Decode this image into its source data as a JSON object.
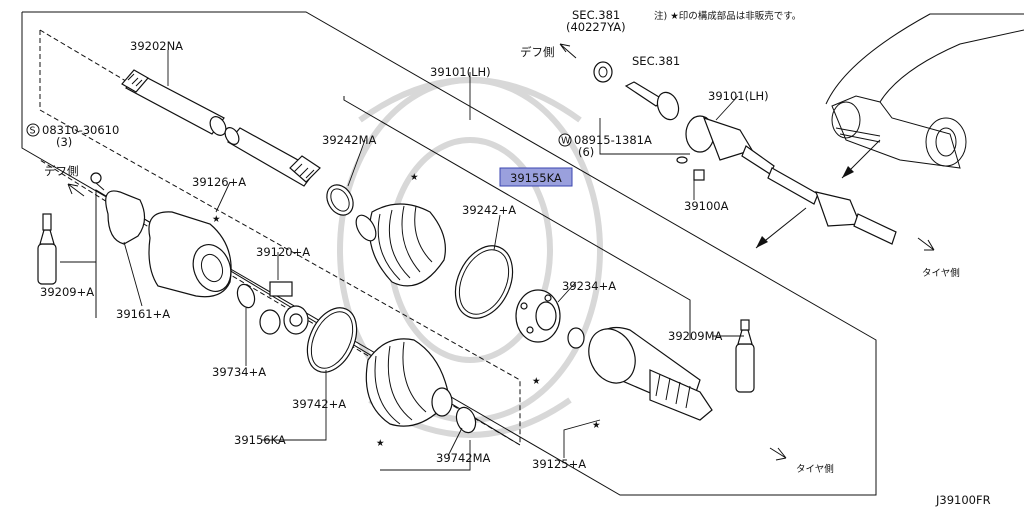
{
  "diagram_id": "J39100FR",
  "note": "注) ★印の構成部品は非販売です。",
  "side_labels": {
    "diff_side": "デフ側",
    "tire_side": "タイヤ側"
  },
  "selected_part": "39155KA",
  "parts": {
    "p39202NA": "39202NA",
    "p39101LH_main": "39101(LH)",
    "p39101LH_car": "39101(LH)",
    "p08310": "08310-30610",
    "p08310_qty": "(3)",
    "p39242MA": "39242MA",
    "p39126A": "39126+A",
    "p39155KA": "39155KA",
    "p39242A": "39242+A",
    "p39120A": "39120+A",
    "p39209A": "39209+A",
    "p39161A": "39161+A",
    "p39234A": "39234+A",
    "p39209MA": "39209MA",
    "p39734A": "39734+A",
    "p39742A": "39742+A",
    "p39156KA": "39156KA",
    "p39742MA": "39742MA",
    "p39125A": "39125+A",
    "sec381_a": "SEC.381",
    "sec381_a_sub": "(40227YA)",
    "sec381_b": "SEC.381",
    "p08915": "08915-1381A",
    "p08915_qty": "(6)",
    "p39100A": "39100A",
    "bolt_symbol": "S",
    "washer_symbol": "W"
  },
  "star": "★"
}
